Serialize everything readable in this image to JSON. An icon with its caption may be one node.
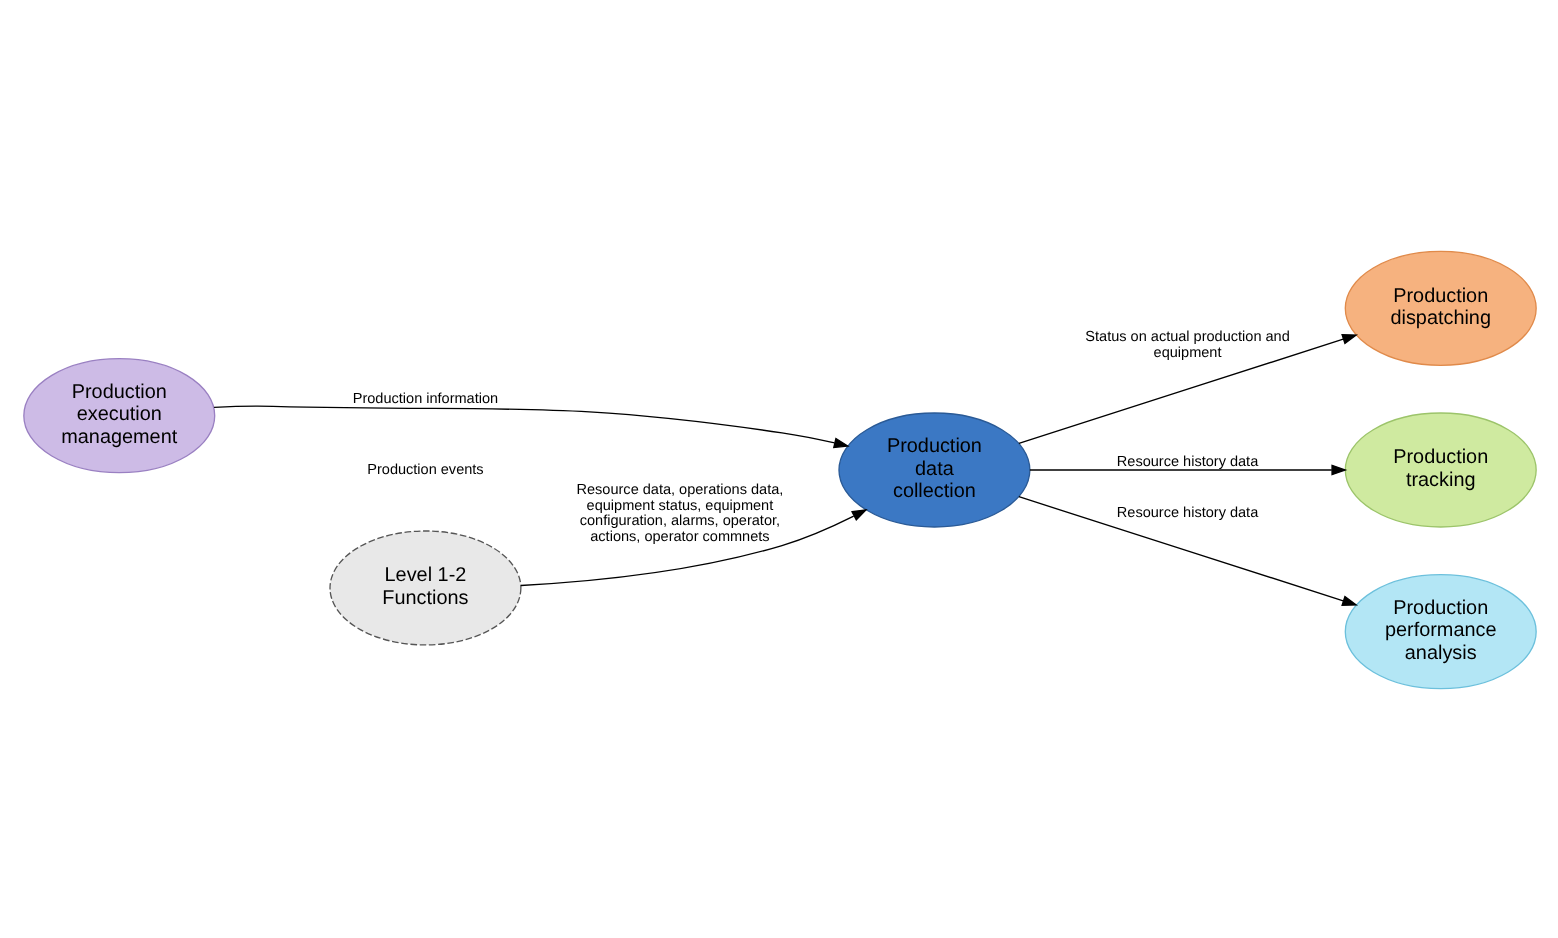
{
  "diagram": {
    "nodes": [
      {
        "text": [
          "Production dispatching"
        ]
      },
      {
        "text": [
          "Production tracking"
        ]
      },
      {
        "text": [
          "Production execution management"
        ]
      },
      {
        "text": [
          "Production data collection"
        ]
      },
      {
        "text": [
          "Production performance analysis"
        ]
      },
      {
        "text": [
          "Level 1-2 Functions"
        ]
      }
    ],
    "edges": [
      {
        "from": 3,
        "to": 0,
        "arrow": "to",
        "label": "Status on actual production and equipment"
      },
      {
        "from": 3,
        "to": 1,
        "arrow": "to",
        "label": "Resource history data"
      },
      {
        "from": 2,
        "to": 3,
        "arrow": "to",
        "label": "Production information"
      },
      {
        "from": 3,
        "to": 4,
        "arrow": "to",
        "label": "Resource history data"
      },
      {
        "from": 5,
        "to": 3,
        "arrow": "to",
        "label": "Resource data, operations data, equipment status, equipment configuration, alarms, operator, actions, operator commnets"
      }
    ],
    "labels": [
      "Production events"
    ]
  }
}
